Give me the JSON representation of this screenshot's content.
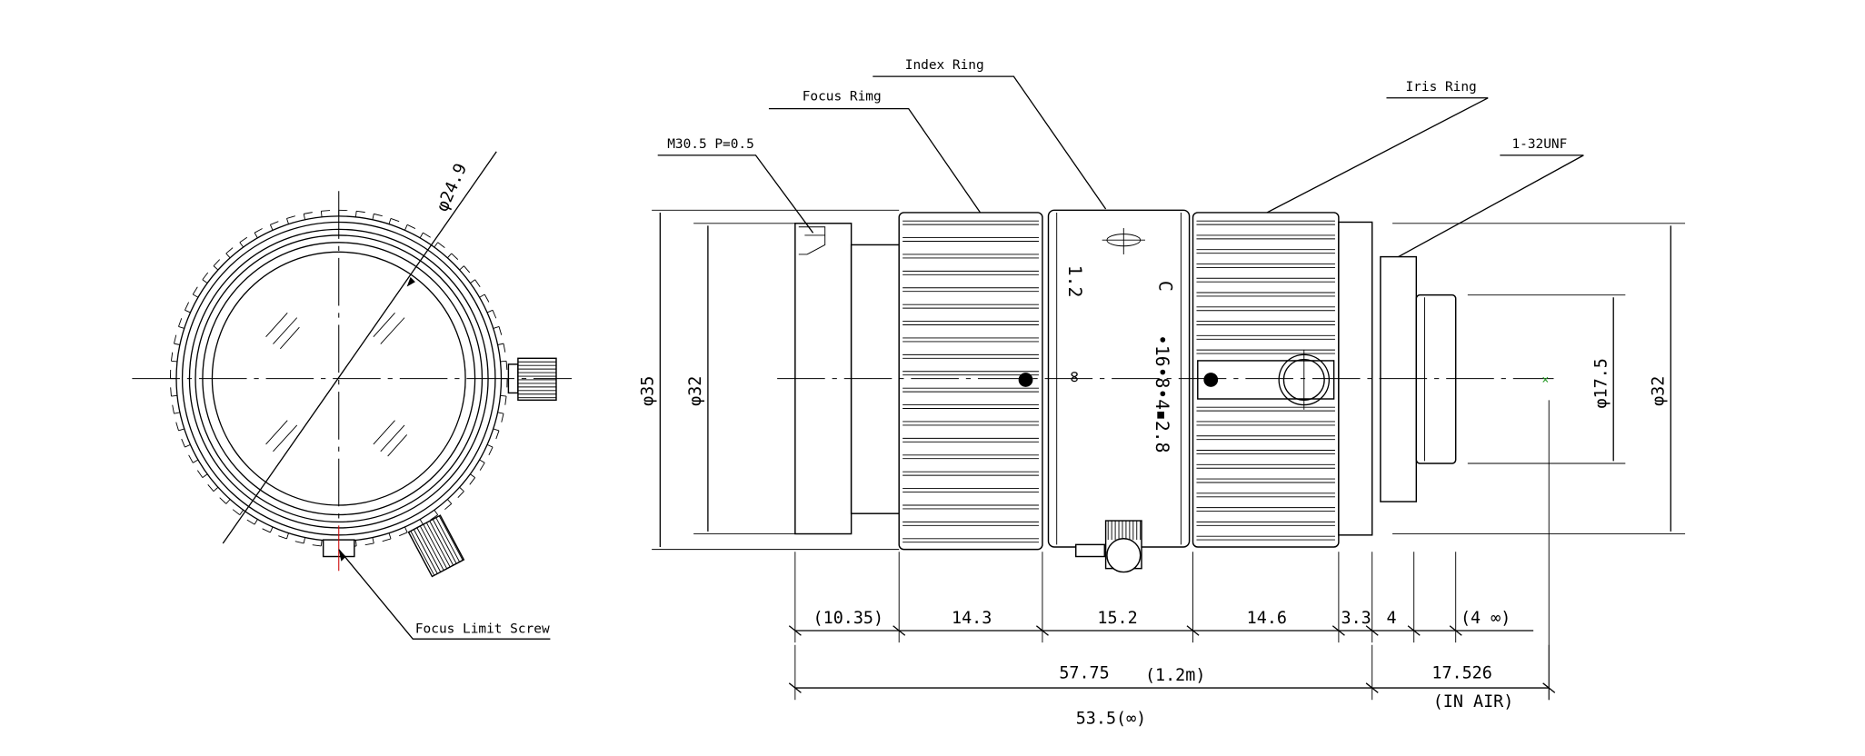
{
  "callouts": {
    "index_ring": "Index Ring",
    "focus_ring": "Focus Rimg",
    "iris_ring": "Iris Ring",
    "thread": "1-32UNF",
    "filter_thread": "M30.5 P=0.5",
    "focus_limit_screw": "Focus Limit Screw"
  },
  "front_view": {
    "diameter": "φ24.9"
  },
  "ring_markings": {
    "focus_near": "1.2",
    "focus_infinity": "∞",
    "iris_close": "C",
    "iris_scale": "•16•8•4▪2.8"
  },
  "diameters": {
    "outer": "φ35",
    "front": "φ32",
    "rear_mount": "φ17.5",
    "rear": "φ32"
  },
  "lengths": {
    "segments": [
      "(10.35)",
      "14.3",
      "15.2",
      "14.6",
      "3.3",
      "4",
      "(4 ∞)"
    ],
    "total_near": "57.75",
    "total_near_note": "(1.2m)",
    "flange_back": "17.526",
    "flange_back_note": "(IN AIR)",
    "total_infinity": "53.5(∞)"
  },
  "colors": {
    "line": "#000000",
    "axis_mark": "#2a9d2a",
    "screw_axis": "#cc0000"
  }
}
